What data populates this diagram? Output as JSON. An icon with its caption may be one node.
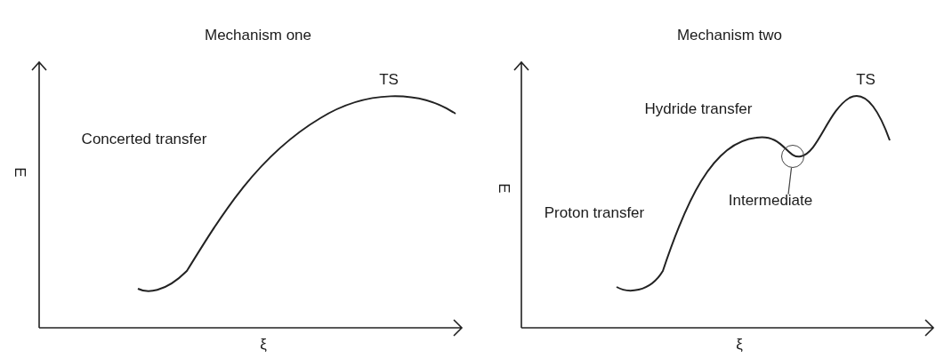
{
  "diagram": {
    "nodes": [
      {
        "text": [
          "Intermediate"
        ]
      },
      {
        "text": [],
        "shape": "circle"
      }
    ],
    "edges": [
      {
        "from": 0,
        "to": 1,
        "arrow": "none"
      }
    ],
    "labels": [
      "Mechanism one",
      "Mechanism two",
      "TS",
      "Concerted transfer",
      "E",
      "ξ",
      "TS",
      "Hydride transfer",
      "Proton transfer",
      "E",
      "ξ"
    ]
  }
}
